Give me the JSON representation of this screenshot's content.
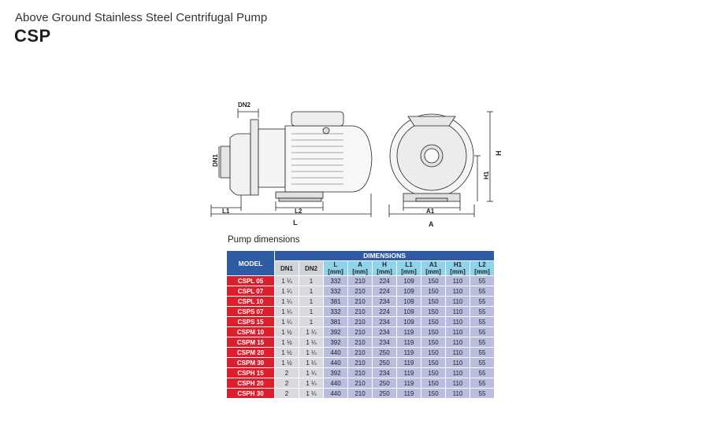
{
  "header": {
    "subtitle": "Above Ground Stainless Steel Centrifugal Pump",
    "title": "CSP"
  },
  "drawing": {
    "labels": {
      "dn2": "DN2",
      "dn1": "DN1",
      "l1": "L1",
      "l2": "L2",
      "l": "L",
      "a1": "A1",
      "a": "A",
      "h": "H",
      "h1": "H1"
    }
  },
  "section": {
    "label": "Pump dimensions"
  },
  "table": {
    "model_header": "MODEL",
    "dimensions_header": "DIMENSIONS",
    "columns": [
      {
        "line1": "DN1",
        "line2": "",
        "style": "grey"
      },
      {
        "line1": "DN2",
        "line2": "",
        "style": "grey"
      },
      {
        "line1": "L",
        "line2": "[mm]",
        "style": "blue"
      },
      {
        "line1": "A",
        "line2": "[mm]",
        "style": "blue"
      },
      {
        "line1": "H",
        "line2": "[mm]",
        "style": "blue"
      },
      {
        "line1": "L1",
        "line2": "[mm]",
        "style": "blue"
      },
      {
        "line1": "A1",
        "line2": "[mm]",
        "style": "blue"
      },
      {
        "line1": "H1",
        "line2": "[mm]",
        "style": "blue"
      },
      {
        "line1": "L2",
        "line2": "[mm]",
        "style": "blue"
      }
    ],
    "rows": [
      {
        "model": "CSPL 05",
        "values": [
          "1 ¼",
          "1",
          "332",
          "210",
          "224",
          "109",
          "150",
          "110",
          "55"
        ]
      },
      {
        "model": "CSPL 07",
        "values": [
          "1 ¼",
          "1",
          "332",
          "210",
          "224",
          "109",
          "150",
          "110",
          "55"
        ]
      },
      {
        "model": "CSPL 10",
        "values": [
          "1 ¼",
          "1",
          "381",
          "210",
          "234",
          "109",
          "150",
          "110",
          "55"
        ]
      },
      {
        "model": "CSPS 07",
        "values": [
          "1 ¼",
          "1",
          "332",
          "210",
          "224",
          "109",
          "150",
          "110",
          "55"
        ]
      },
      {
        "model": "CSPS 15",
        "values": [
          "1 ¼",
          "1",
          "381",
          "210",
          "234",
          "109",
          "150",
          "110",
          "55"
        ]
      },
      {
        "model": "CSPM 10",
        "values": [
          "1 ½",
          "1 ¼",
          "392",
          "210",
          "234",
          "119",
          "150",
          "110",
          "55"
        ]
      },
      {
        "model": "CSPM 15",
        "values": [
          "1 ½",
          "1 ¼",
          "392",
          "210",
          "234",
          "119",
          "150",
          "110",
          "55"
        ]
      },
      {
        "model": "CSPM 20",
        "values": [
          "1 ½",
          "1 ¼",
          "440",
          "210",
          "250",
          "119",
          "150",
          "110",
          "55"
        ]
      },
      {
        "model": "CSPM 30",
        "values": [
          "1 ½",
          "1 ¼",
          "440",
          "210",
          "250",
          "119",
          "150",
          "110",
          "55"
        ]
      },
      {
        "model": "CSPH 15",
        "values": [
          "2",
          "1 ¼",
          "392",
          "210",
          "234",
          "119",
          "150",
          "110",
          "55"
        ]
      },
      {
        "model": "CSPH 20",
        "values": [
          "2",
          "1 ¼",
          "440",
          "210",
          "250",
          "119",
          "150",
          "110",
          "55"
        ]
      },
      {
        "model": "CSPH 30",
        "values": [
          "2",
          "1 ¼",
          "440",
          "210",
          "250",
          "119",
          "150",
          "110",
          "55"
        ]
      }
    ]
  }
}
